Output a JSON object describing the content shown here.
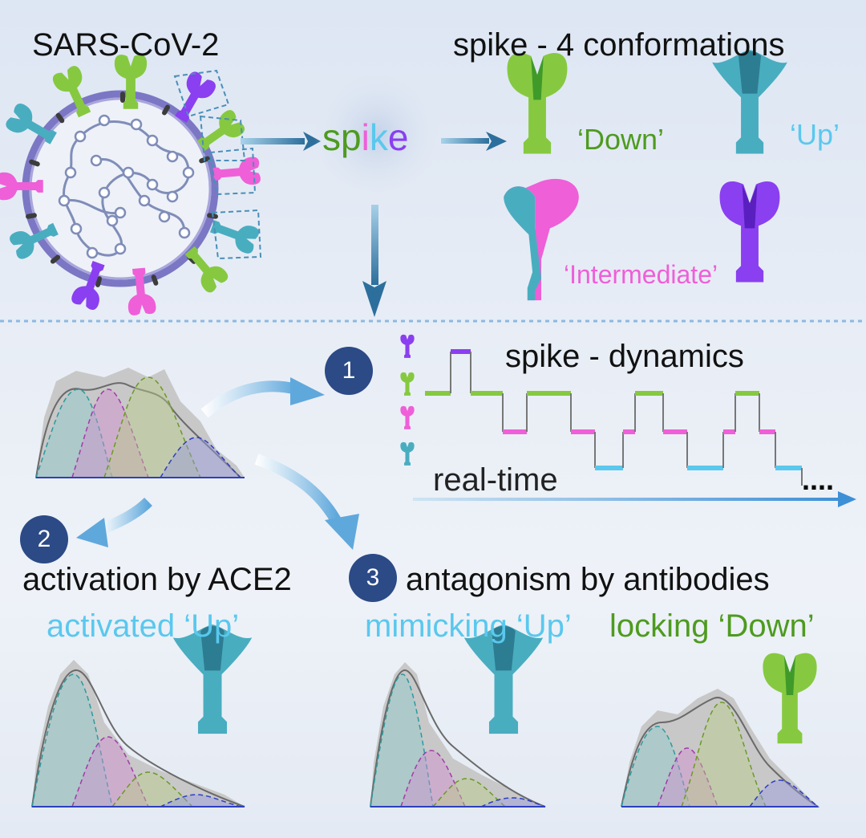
{
  "titles": {
    "virus": "SARS-CoV-2",
    "conformations": "spike - 4 conformations",
    "dynamics": "spike - dynamics",
    "realtime": "real-time",
    "dots": "....",
    "activation": "activation by ACE2",
    "antagonism": "antagonism by antibodies"
  },
  "spike_word": {
    "s": "s",
    "p": "p",
    "i": "i",
    "k": "k",
    "e": "e"
  },
  "conformations": {
    "down": "‘Down’",
    "up": "‘Up’",
    "intermediate": "‘Intermediate’"
  },
  "steps": {
    "one": "1",
    "two": "2",
    "three": "3"
  },
  "panels": {
    "activated_up": "activated ‘Up’",
    "mimicking_up": "mimicking ‘Up’",
    "locking_down": "locking ‘Down’"
  },
  "colors": {
    "green": "#86c940",
    "green_dark": "#3f9a2a",
    "cyan": "#49adc0",
    "cyan_dark": "#2d7d92",
    "magenta": "#ef5fd8",
    "purple": "#8a3ff0",
    "purple_dark": "#5a1fbf",
    "light_blue_text": "#5ac8ee",
    "green_text": "#4e9b1f",
    "navy": "#2b4a86",
    "gray_trace": "#777777"
  }
}
